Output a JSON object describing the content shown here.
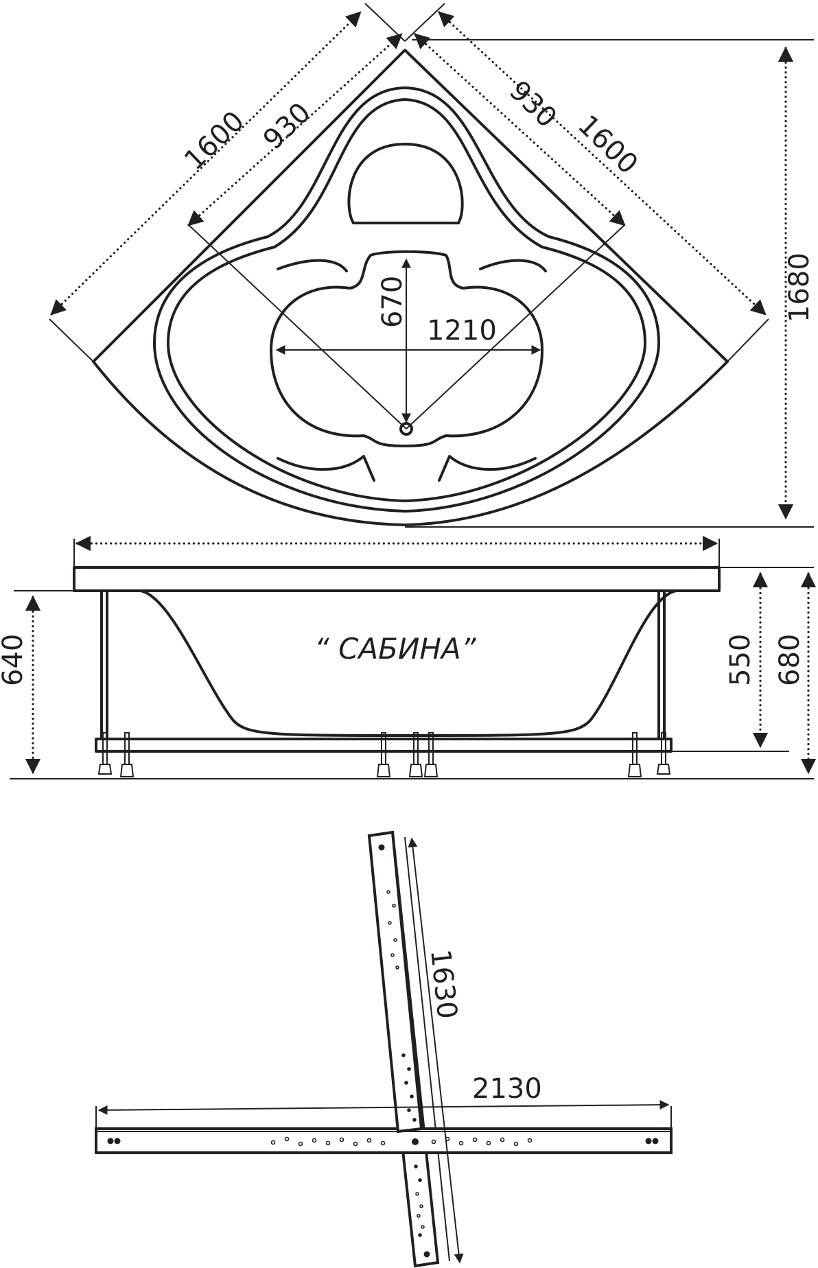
{
  "top_view": {
    "dim_side_left": "1600",
    "dim_side_right": "1600",
    "dim_inner_left": "930",
    "dim_inner_right": "930",
    "dim_depth": "1680",
    "dim_bowl_width": "1210",
    "dim_bowl_depth": "670"
  },
  "side_view": {
    "model_name": "“ САБИНА”",
    "dim_leg_height": "640",
    "dim_bowl_height": "550",
    "dim_total_height": "680"
  },
  "frame_view": {
    "dim_long_bar": "2130",
    "dim_short_bar": "1630"
  }
}
